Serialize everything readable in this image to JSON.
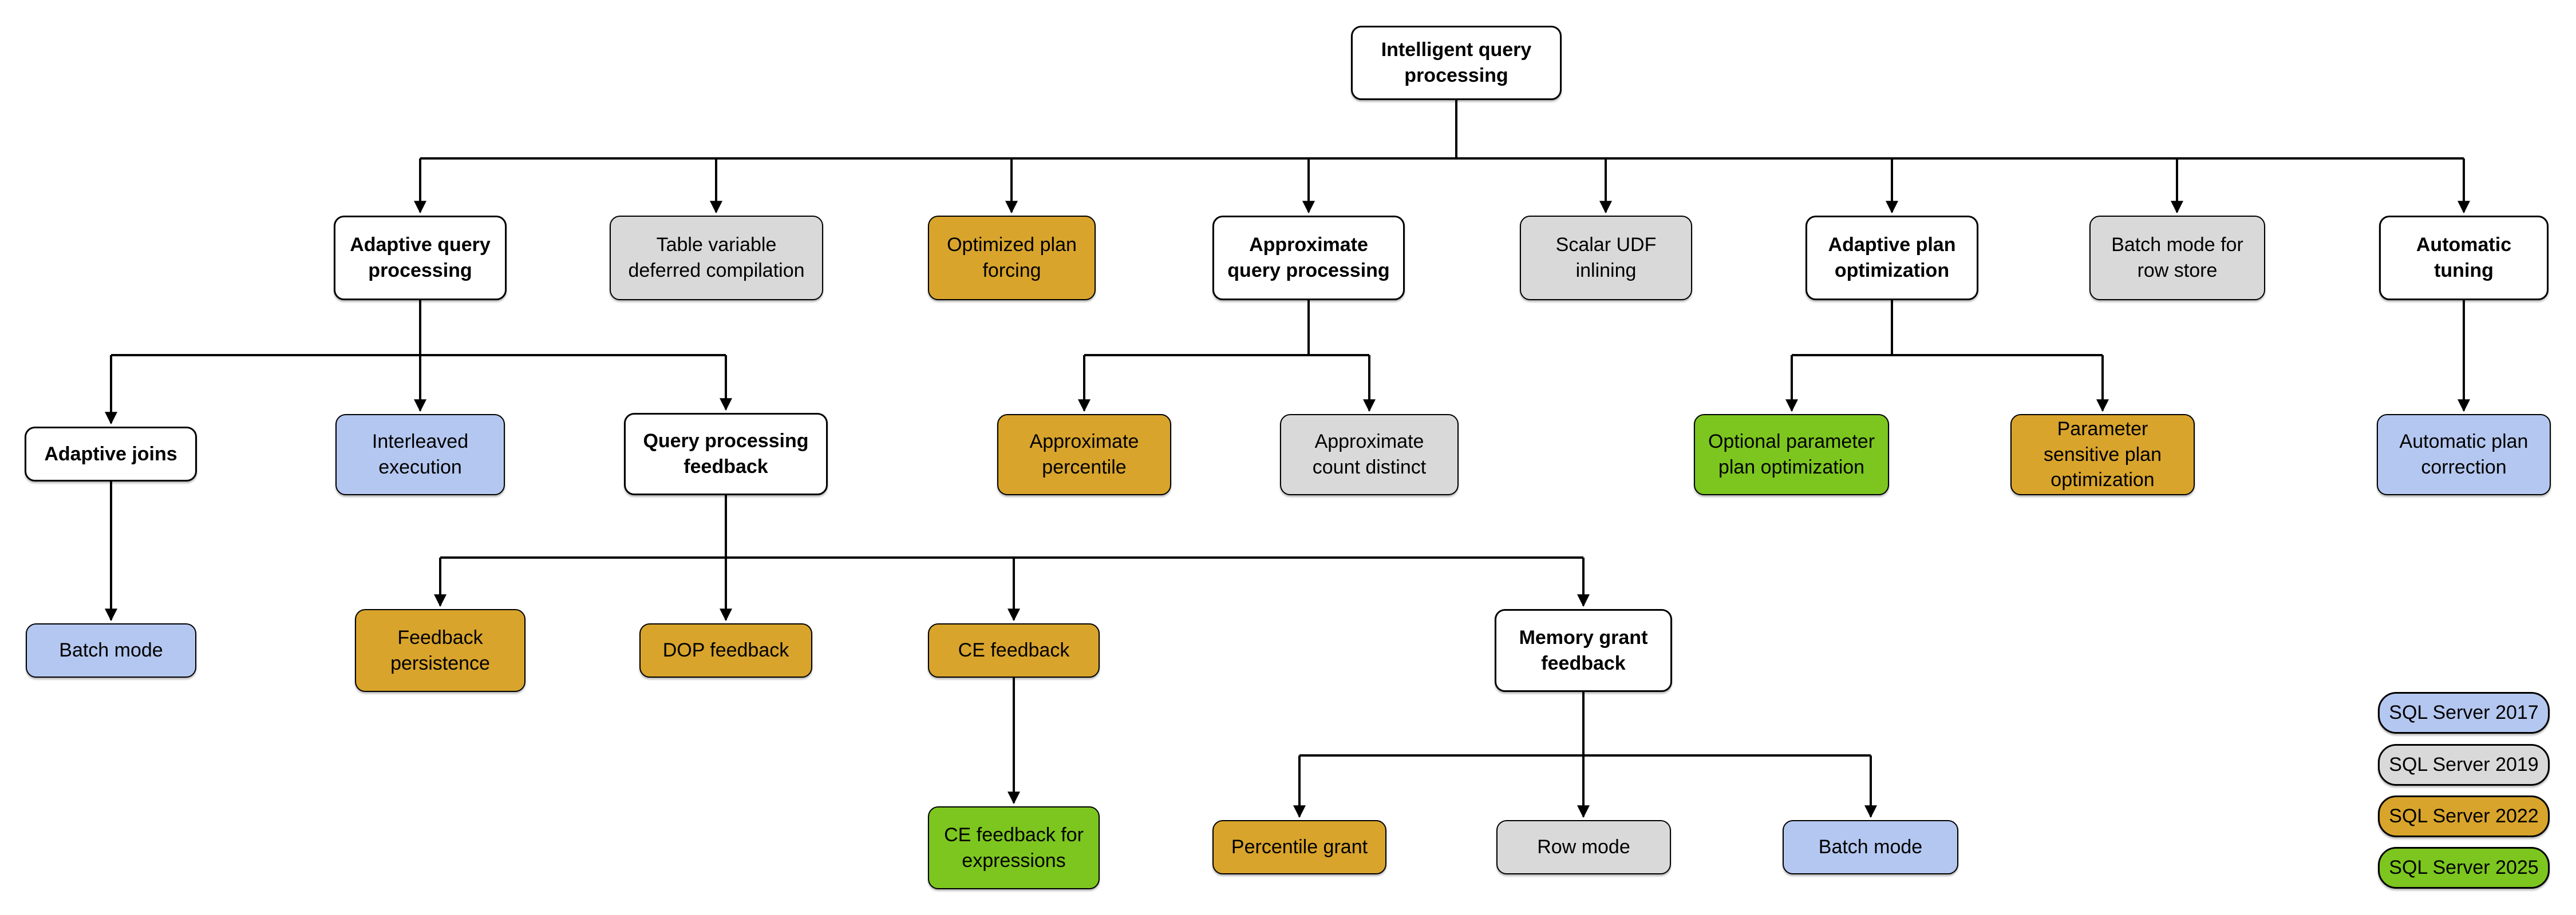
{
  "nodes": {
    "intelligent_query_processing": {
      "label": "Intelligent query processing"
    },
    "adaptive_query_processing": {
      "label": "Adaptive query processing"
    },
    "table_variable_deferred_compilation": {
      "label": "Table variable deferred compilation",
      "version": "SQL Server 2019"
    },
    "optimized_plan_forcing": {
      "label": "Optimized plan forcing",
      "version": "SQL Server 2022"
    },
    "approximate_query_processing": {
      "label": "Approximate query processing"
    },
    "scalar_udf_inlining": {
      "label": "Scalar UDF inlining",
      "version": "SQL Server 2019"
    },
    "adaptive_plan_optimization": {
      "label": "Adaptive plan optimization"
    },
    "batch_mode_for_row_store": {
      "label": "Batch mode for row store",
      "version": "SQL Server 2019"
    },
    "automatic_tuning": {
      "label": "Automatic tuning"
    },
    "adaptive_joins": {
      "label": "Adaptive joins"
    },
    "interleaved_execution": {
      "label": "Interleaved execution",
      "version": "SQL Server 2017"
    },
    "query_processing_feedback": {
      "label": "Query processing feedback"
    },
    "approximate_percentile": {
      "label": "Approximate percentile",
      "version": "SQL Server 2022"
    },
    "approximate_count_distinct": {
      "label": "Approximate count distinct",
      "version": "SQL Server 2019"
    },
    "optional_parameter_plan_optimization": {
      "label": "Optional parameter plan optimization",
      "version": "SQL Server 2025"
    },
    "parameter_sensitive_plan_optimization": {
      "label": "Parameter sensitive plan optimization",
      "version": "SQL Server 2022"
    },
    "automatic_plan_correction": {
      "label": "Automatic plan correction",
      "version": "SQL Server 2017"
    },
    "batch_mode_adaptive_joins": {
      "label": "Batch mode",
      "version": "SQL Server 2017"
    },
    "feedback_persistence": {
      "label": "Feedback persistence",
      "version": "SQL Server 2022"
    },
    "dop_feedback": {
      "label": "DOP feedback",
      "version": "SQL Server 2022"
    },
    "ce_feedback": {
      "label": "CE feedback",
      "version": "SQL Server 2022"
    },
    "memory_grant_feedback": {
      "label": "Memory grant feedback"
    },
    "ce_feedback_for_expressions": {
      "label": "CE feedback for expressions",
      "version": "SQL Server 2025"
    },
    "percentile_grant": {
      "label": "Percentile grant",
      "version": "SQL Server 2022"
    },
    "row_mode": {
      "label": "Row mode",
      "version": "SQL Server 2019"
    },
    "batch_mode_memory_grant": {
      "label": "Batch mode",
      "version": "SQL Server 2017"
    }
  },
  "legend": {
    "items": [
      {
        "label": "SQL Server 2017",
        "color": "#B4C7F0"
      },
      {
        "label": "SQL Server 2019",
        "color": "#D9D9D9"
      },
      {
        "label": "SQL Server 2022",
        "color": "#D8A42C"
      },
      {
        "label": "SQL Server 2025",
        "color": "#7CC61F"
      }
    ]
  },
  "colors": {
    "category_white": "#FFFFFF",
    "sql_2017_blue": "#B4C7F0",
    "sql_2019_gray": "#D9D9D9",
    "sql_2022_gold": "#D8A42C",
    "sql_2025_green": "#7CC61F",
    "connector": "#000000"
  }
}
